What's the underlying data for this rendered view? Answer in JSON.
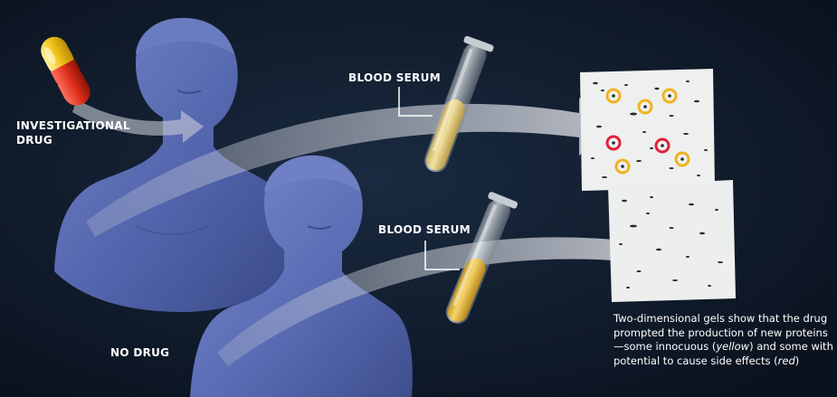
{
  "labels": {
    "drug": [
      "INVESTIGATIONAL",
      "DRUG"
    ],
    "serum_top": "BLOOD SERUM",
    "serum_bottom": "BLOOD SERUM",
    "no_drug": "NO DRUG"
  },
  "caption": {
    "part1": "Two-dimensional gels show that the drug prompted the production of new proteins—some innocuous (",
    "yellow_word": "yellow",
    "part2": ") and some with potential to cause side effects (",
    "red_word": "red",
    "part3": ")"
  },
  "colors": {
    "background": "#0d1828",
    "figure": "#5566b0",
    "capsule_yellow": "#f2c318",
    "capsule_red": "#e0301c",
    "serum_top": "#e4cf86",
    "serum_bottom": "#e8c04a",
    "marker_yellow": "#f0b21e",
    "marker_red": "#e0203a",
    "gel_paper": "#f0f1f0"
  },
  "icons": {
    "capsule": "capsule-icon",
    "test_tube": "test-tube-icon",
    "human_figure": "human-bust-icon",
    "gel": "protein-gel-icon"
  }
}
